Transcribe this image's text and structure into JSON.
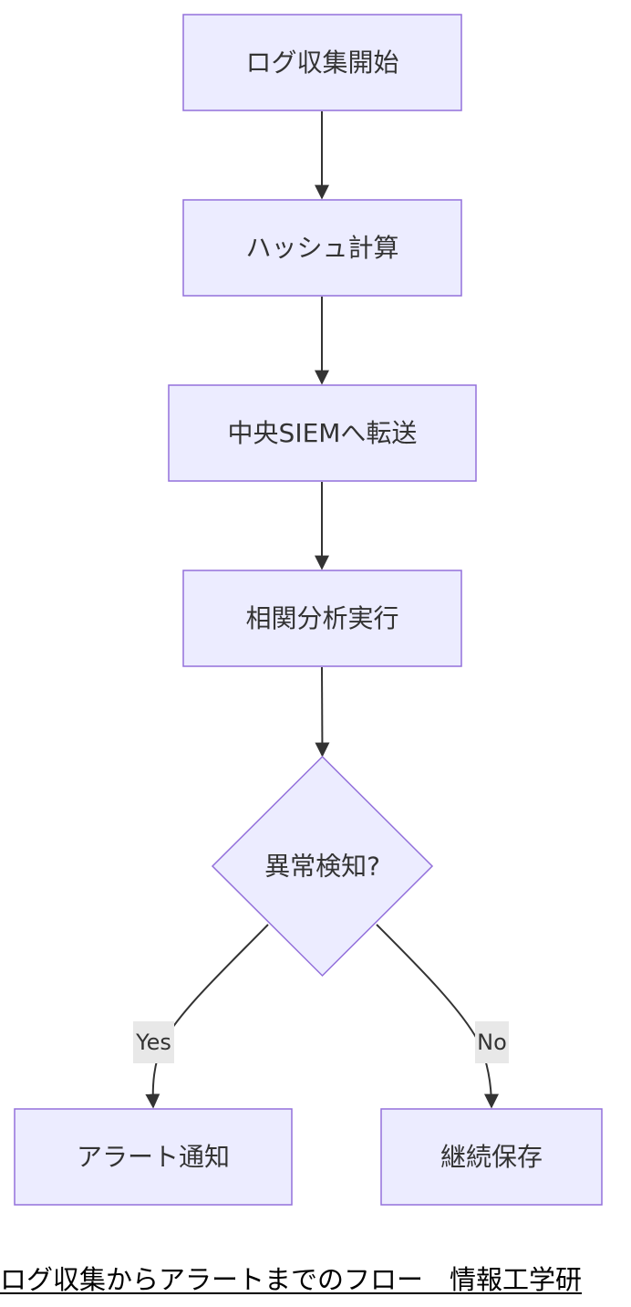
{
  "nodes": {
    "start": "ログ収集開始",
    "hash": "ハッシュ計算",
    "forward": "中央SIEMへ転送",
    "analyze": "相関分析実行",
    "decision": "異常検知?",
    "alert": "アラート通知",
    "store": "継続保存"
  },
  "edges": {
    "yes_label": "Yes",
    "no_label": "No"
  },
  "caption": "ログ収集からアラートまでのフロー　情報工学研",
  "colors": {
    "node_fill": "#ECECFF",
    "node_stroke": "#9370DB",
    "edge_stroke": "#333333",
    "label_bg": "#e8e8e8"
  }
}
